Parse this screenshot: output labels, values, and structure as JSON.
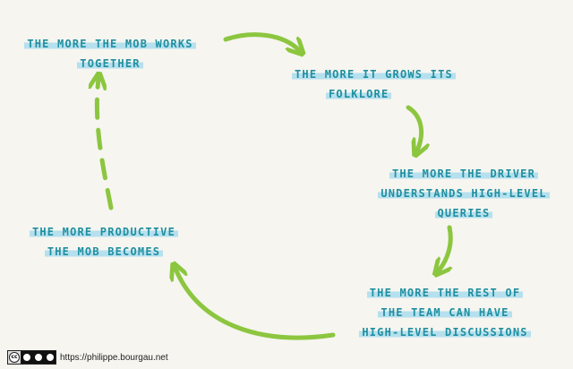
{
  "nodes": [
    {
      "id": "mob-works",
      "lines": [
        "the more the mob works",
        "together"
      ]
    },
    {
      "id": "grows",
      "lines": [
        "the more it grows its",
        "folklore"
      ]
    },
    {
      "id": "driver",
      "lines": [
        "the more the driver",
        "understands high-level",
        "queries"
      ]
    },
    {
      "id": "rest",
      "lines": [
        "the more the rest of",
        "the team can have",
        "high-level discussions"
      ]
    },
    {
      "id": "productive",
      "lines": [
        "the more productive",
        "the mob becomes"
      ]
    }
  ],
  "footer": {
    "url": "https://philippe.bourgau.net",
    "license_icons": [
      "cc-icon",
      "by-icon",
      "nc-icon",
      "nd-icon"
    ]
  },
  "colors": {
    "text": "#1f8fa0",
    "highlight": "#aadcee",
    "arrow": "#8cc63f",
    "background": "#f6f5f0"
  }
}
